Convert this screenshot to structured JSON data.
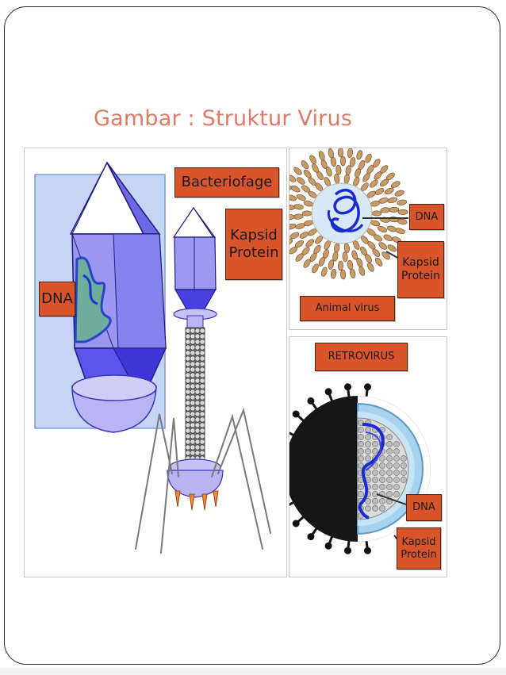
{
  "slide": {
    "title": "Gambar : Struktur Virus"
  },
  "labels": {
    "bacteriofage": "Bacteriofage",
    "kapsid_protein_main": "Kapsid\nProtein",
    "dna_main": "DNA",
    "dna_animal": "DNA",
    "kapsid_protein_animal": "Kapsid\nProtein",
    "animal_virus": "Animal virus",
    "retrovirus": "RETROVIRUS",
    "dna_retro": "DNA",
    "kapsid_protein_retro": "Kapsid\nProtein"
  },
  "colors": {
    "title": "#e07a66",
    "label_fill": "#d9542b",
    "capsid_blue": "#7b79ee",
    "capsid_deep": "#4a3fe0",
    "animal_capsomere": "#c79a66",
    "retro_body": "#111111",
    "retro_ring": "#a7d3ee"
  }
}
